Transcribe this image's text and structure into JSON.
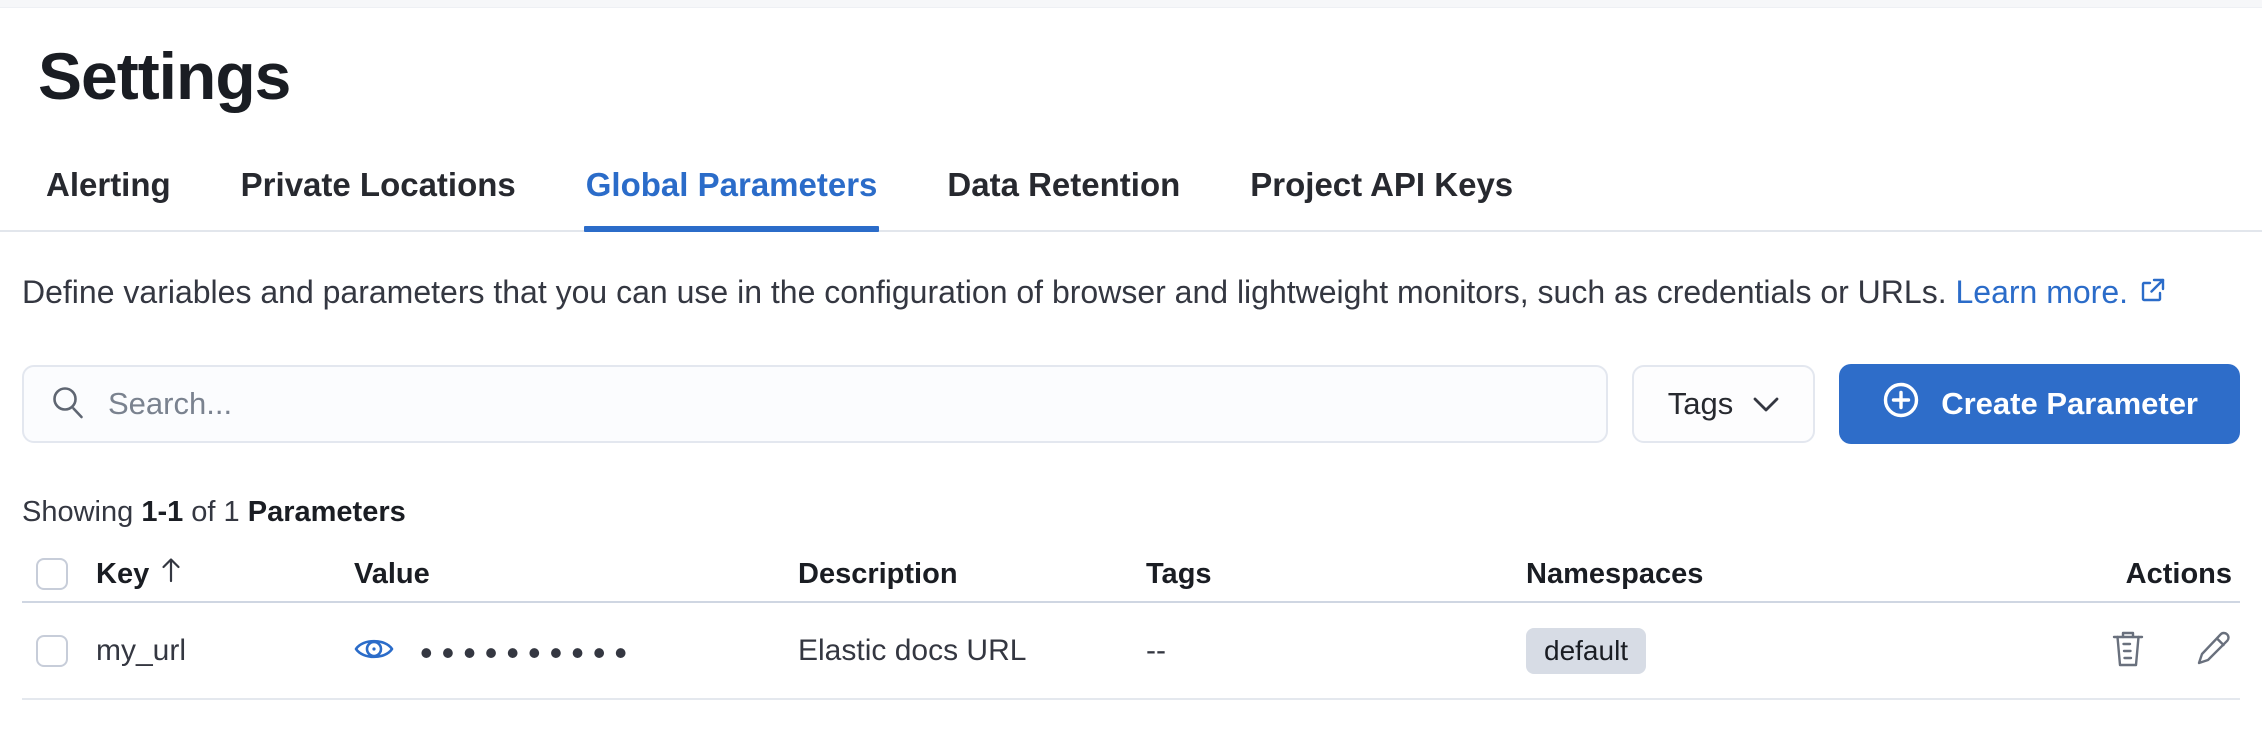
{
  "page": {
    "title": "Settings"
  },
  "tabs": [
    {
      "label": "Alerting",
      "active": false
    },
    {
      "label": "Private Locations",
      "active": false
    },
    {
      "label": "Global Parameters",
      "active": true
    },
    {
      "label": "Data Retention",
      "active": false
    },
    {
      "label": "Project API Keys",
      "active": false
    }
  ],
  "description": {
    "text": "Define variables and parameters that you can use in the configuration of browser and lightweight monitors, such as credentials or URLs.",
    "link_label": "Learn more."
  },
  "toolbar": {
    "search_placeholder": "Search...",
    "tags_filter_label": "Tags",
    "create_button_label": "Create Parameter"
  },
  "summary": {
    "prefix": "Showing",
    "range": "1-1",
    "middle": "of 1",
    "entity": "Parameters"
  },
  "table": {
    "columns": {
      "key": "Key",
      "value": "Value",
      "description": "Description",
      "tags": "Tags",
      "namespaces": "Namespaces",
      "actions": "Actions"
    },
    "sort": {
      "column": "Key",
      "direction": "ascending"
    },
    "rows": [
      {
        "key": "my_url",
        "value_masked": "••••••••••",
        "description": "Elastic docs URL",
        "tags": "--",
        "namespace_badge": "default"
      }
    ]
  },
  "colors": {
    "accent_blue": "#2b6cc9",
    "button_blue": "#2e6dc9",
    "text": "#343741",
    "heading": "#1a1d23",
    "badge_bg": "#d7dce5",
    "border": "#cfd6e2"
  }
}
